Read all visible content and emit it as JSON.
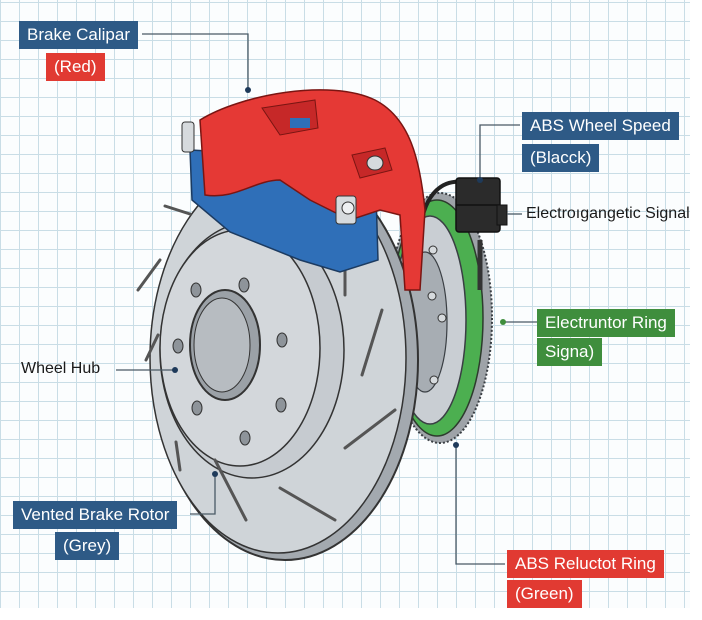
{
  "diagram": {
    "subject": "Disc brake assembly with ABS sensor",
    "labels": {
      "brake_caliper": {
        "title": "Brake Calipar",
        "color_note": "(Red)"
      },
      "abs_sensor": {
        "title": "ABS Wheel Speed",
        "color_note": "(Blacck)"
      },
      "signal": {
        "title": "Electroıgangetic Signal"
      },
      "tone_ring": {
        "title": "Electruntor Ring",
        "color_note": "Signa)"
      },
      "wheel_hub": {
        "title": "Wheel Hub"
      },
      "rotor": {
        "title": "Vented Brake Rotor",
        "color_note": "(Grey)"
      },
      "reluctor": {
        "title": "ABS Reluctot Ring",
        "color_note": "(Green)"
      }
    },
    "colors": {
      "label_blue": "#2e5a86",
      "label_red": "#e13a32",
      "label_green": "#3f8e3d",
      "caliper_red": "#e53935",
      "pad_blue": "#2f6fb8",
      "rotor_grey": "#c9ced3",
      "ring_green": "#4caf50",
      "sensor_black": "#2b2b2b",
      "leader_line": "#4a5a66"
    }
  }
}
